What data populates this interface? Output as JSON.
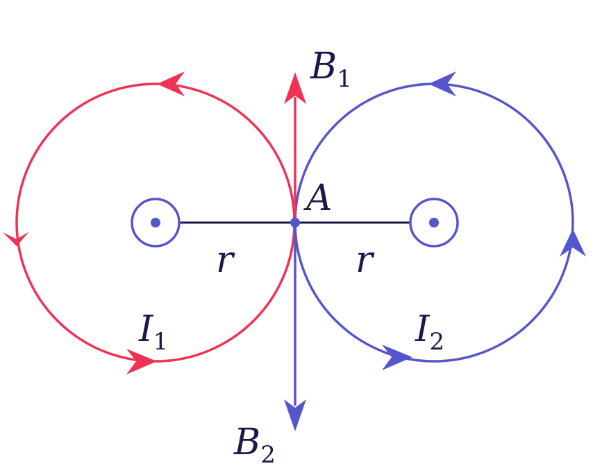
{
  "labels": {
    "b1_main": "B",
    "b1_sub": "1",
    "b2_main": "B",
    "b2_sub": "2",
    "i1_main": "I",
    "i1_sub": "1",
    "i2_main": "I",
    "i2_sub": "2",
    "point": "A",
    "r_left": "r",
    "r_right": "r"
  },
  "colors": {
    "field_1": "#ee3355",
    "field_2": "#5555cc",
    "line": "#1a1a4a"
  }
}
